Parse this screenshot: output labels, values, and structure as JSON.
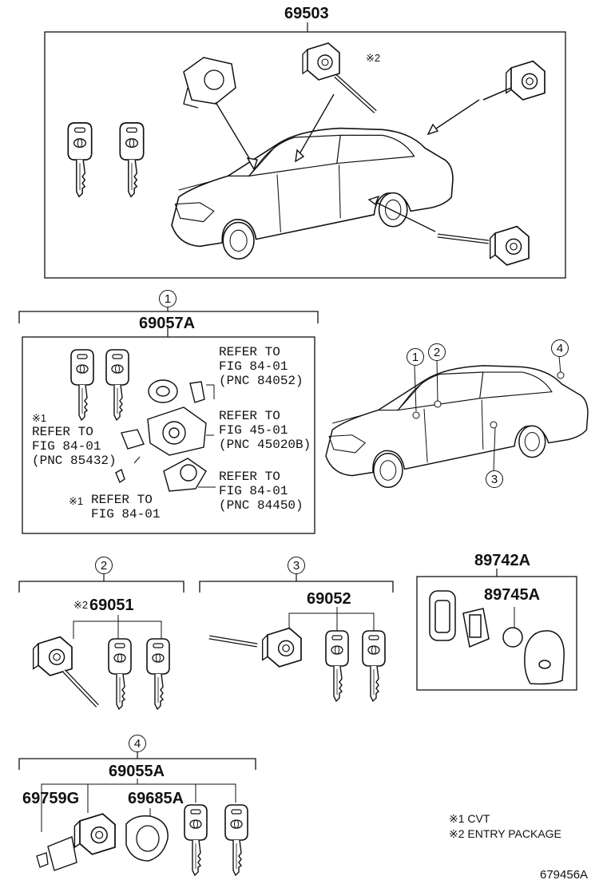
{
  "main_part": "69503",
  "group1": {
    "num": "1",
    "part": "69057A",
    "ref_a": "REFER TO\nFIG 84-01\n(PNC 84052)",
    "ref_b": "REFER TO\nFIG 45-01\n(PNC 45020B)",
    "ref_c": "REFER TO\nFIG 84-01\n(PNC 84450)",
    "ref_d_mark": "※1",
    "ref_d": "REFER TO\nFIG 84-01\n(PNC 85432)",
    "ref_e_mark": "※1",
    "ref_e": "REFER TO\nFIG 84-01"
  },
  "group2": {
    "num": "2",
    "mark": "※2",
    "part": "69051"
  },
  "group3": {
    "num": "3",
    "part": "69052"
  },
  "group4": {
    "num": "4",
    "part": "69055A",
    "sub1": "69759G",
    "sub2": "69685A"
  },
  "remote": {
    "part": "89742A",
    "sub": "89745A"
  },
  "entry_mark": "※2",
  "car_callouts": [
    "1",
    "2",
    "3",
    "4"
  ],
  "notes": [
    "※1 CVT",
    "※2 ENTRY PACKAGE"
  ],
  "figure_id": "679456A"
}
